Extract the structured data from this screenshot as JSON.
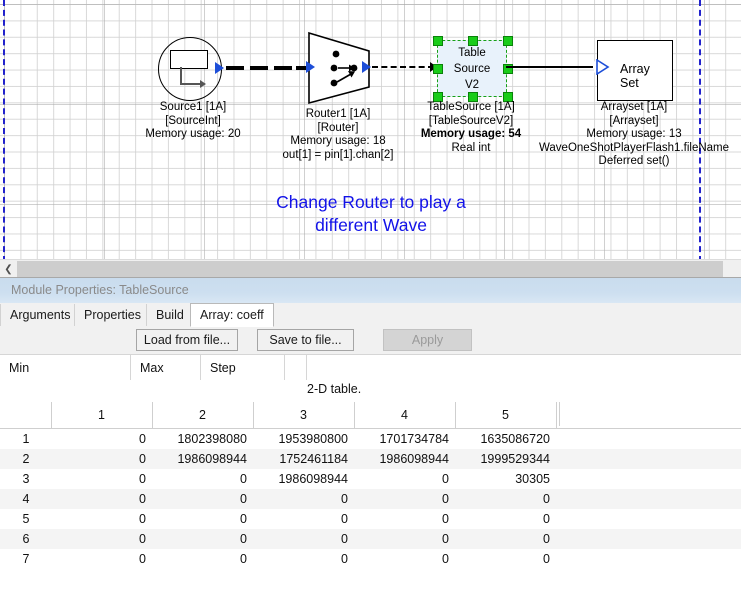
{
  "diagram": {
    "annotation": [
      "Change Router to play a",
      "different Wave"
    ],
    "blocks": [
      {
        "id": "source1",
        "shape": "circle-source",
        "caption": [
          "Source1 [1A]",
          "[SourceInt]",
          "Memory usage: 20"
        ]
      },
      {
        "id": "router1",
        "shape": "trapezoid-router",
        "caption": [
          "Router1 [1A]",
          "[Router]",
          "Memory usage: 18",
          "out[1] = pin[1].chan[2]"
        ]
      },
      {
        "id": "tablesource",
        "shape": "rect-selected",
        "inner_text": [
          "Table",
          "Source",
          "V2"
        ],
        "caption": [
          "TableSource [1A]",
          "[TableSourceV2]",
          "Memory usage: 54",
          "Real int"
        ],
        "selected": true,
        "handle_color": "#19cc19",
        "fill": "#e8f2fb"
      },
      {
        "id": "arrayset",
        "shape": "rect",
        "inner_text": "Array Set",
        "caption": [
          "Arrayset [1A]",
          "[Arrayset]",
          "Memory usage: 13",
          "WaveOneShotPlayerFlash1.fileName",
          "Deferred set()"
        ]
      }
    ],
    "annotation_color": "#1212e8",
    "page_guide_color": "#2222cc"
  },
  "panel": {
    "title": "Module Properties: TableSource",
    "tabs": [
      {
        "label": "Arguments",
        "active": false
      },
      {
        "label": "Properties",
        "active": false
      },
      {
        "label": "Build",
        "active": false
      },
      {
        "label": "Array: coeff",
        "active": true
      }
    ],
    "toolbar": {
      "load_label": "Load from file...",
      "save_label": "Save to file...",
      "apply_label": "Apply",
      "apply_disabled": true
    },
    "minmax": {
      "min_label": "Min",
      "max_label": "Max",
      "step_label": "Step",
      "min_value": "",
      "max_value": "",
      "step_value": ""
    },
    "table_caption": "2-D table.",
    "grid": {
      "column_headers": [
        "1",
        "2",
        "3",
        "4",
        "5"
      ],
      "row_headers": [
        "1",
        "2",
        "3",
        "4",
        "5",
        "6",
        "7"
      ],
      "rows": [
        [
          "0",
          "1802398080",
          "1953980800",
          "1701734784",
          "1635086720"
        ],
        [
          "0",
          "1986098944",
          "1752461184",
          "1986098944",
          "1999529344"
        ],
        [
          "0",
          "0",
          "1986098944",
          "0",
          "30305"
        ],
        [
          "0",
          "0",
          "0",
          "0",
          "0"
        ],
        [
          "0",
          "0",
          "0",
          "0",
          "0"
        ],
        [
          "0",
          "0",
          "0",
          "0",
          "0"
        ],
        [
          "0",
          "0",
          "0",
          "0",
          "0"
        ]
      ]
    }
  }
}
